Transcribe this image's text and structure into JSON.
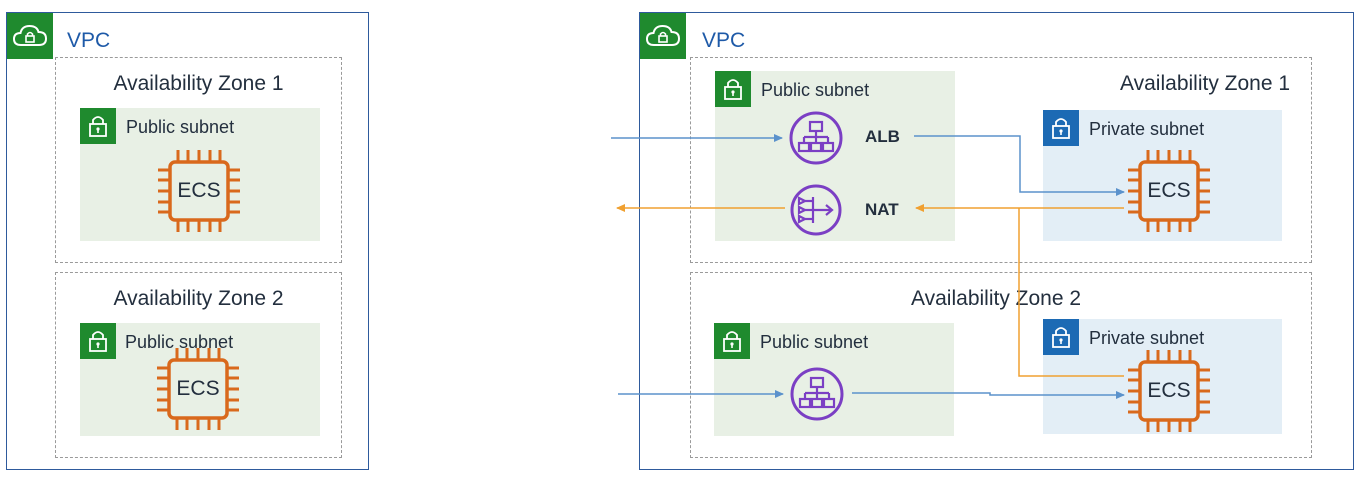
{
  "colors": {
    "vpc_border": "#2e5a9c",
    "vpc_badge": "#1f8a2e",
    "public_subnet_bg": "#e8f0e5",
    "private_subnet_bg": "#e3eef6",
    "public_badge": "#1f8a2e",
    "private_badge": "#1c6ab4",
    "ecs_chip": "#d9691c",
    "service_icon": "#7b3fc4",
    "inbound_arrow": "#5b92cc",
    "outbound_arrow": "#f0a030"
  },
  "left_diagram": {
    "vpc_label": "VPC",
    "zones": [
      {
        "label": "Availability Zone 1",
        "subnet_label": "Public subnet",
        "compute_label": "ECS"
      },
      {
        "label": "Availability Zone 2",
        "subnet_label": "Public subnet",
        "compute_label": "ECS"
      }
    ]
  },
  "right_diagram": {
    "vpc_label": "VPC",
    "zone1": {
      "label": "Availability Zone 1",
      "public_subnet_label": "Public subnet",
      "private_subnet_label": "Private subnet",
      "alb_label": "ALB",
      "nat_label": "NAT",
      "compute_label": "ECS"
    },
    "zone2": {
      "label": "Availability Zone 2",
      "public_subnet_label": "Public subnet",
      "private_subnet_label": "Private subnet",
      "compute_label": "ECS"
    }
  }
}
